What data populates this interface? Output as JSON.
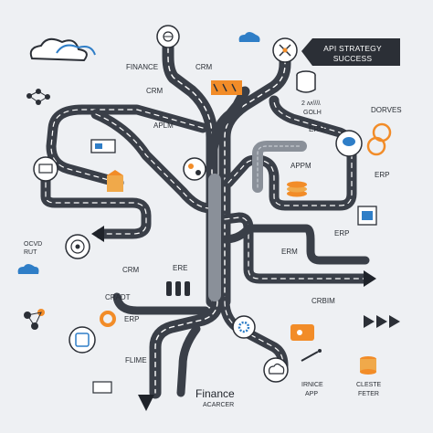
{
  "title": {
    "line1": "API STRATEGY",
    "line2": "SUCCESS"
  },
  "labels": {
    "finance_top": "FINANCE",
    "crm_top": "CRM",
    "crm_left": "CRM",
    "aplm": "APLM",
    "gfp_mono": "2 ʌʌ\\\\\\\\",
    "golh": "GOLH",
    "dorves": "DORVES",
    "erm": "ERM",
    "appm": "APPM",
    "erp_right": "ERP",
    "erp_mid": "ERP",
    "erm_mid": "ERM",
    "ocvd": "OCVD",
    "rut": "RUT",
    "crm_low": "CRM",
    "ere": "ERE",
    "cradt": "CRADT",
    "crbim": "CRBIM",
    "erp_low": "ERP",
    "flime": "FLIME",
    "finance_bottom": "Finance",
    "acarcer": "ACARCER",
    "irnice": "IRNICE",
    "app": "APP",
    "cleste": "CLESTE",
    "feter": "FETER"
  },
  "colors": {
    "road": "#3a3f48",
    "road_gray": "#8a9099",
    "dash": "#ffffff",
    "orange": "#f28c28",
    "blue": "#2f7ec7",
    "dark": "#2b2f36",
    "bg": "#eef0f3"
  },
  "icons": [
    "globe-icon",
    "gear-icon",
    "cloud-icon",
    "drone-icon",
    "database-icon",
    "chart-icon",
    "server-icon",
    "magnifier-icon",
    "target-icon",
    "pillars-icon",
    "grid-icon",
    "network-icon",
    "flowchart-icon",
    "donut-icon",
    "laptop-icon",
    "refresh-icon",
    "chain-icon",
    "document-icon",
    "bars-icon",
    "flag-icon",
    "chevrons-icon",
    "brain-icon",
    "coins-icon",
    "stack-icon",
    "dashboard-icon",
    "person-icon",
    "pen-icon",
    "monitor-icon"
  ]
}
